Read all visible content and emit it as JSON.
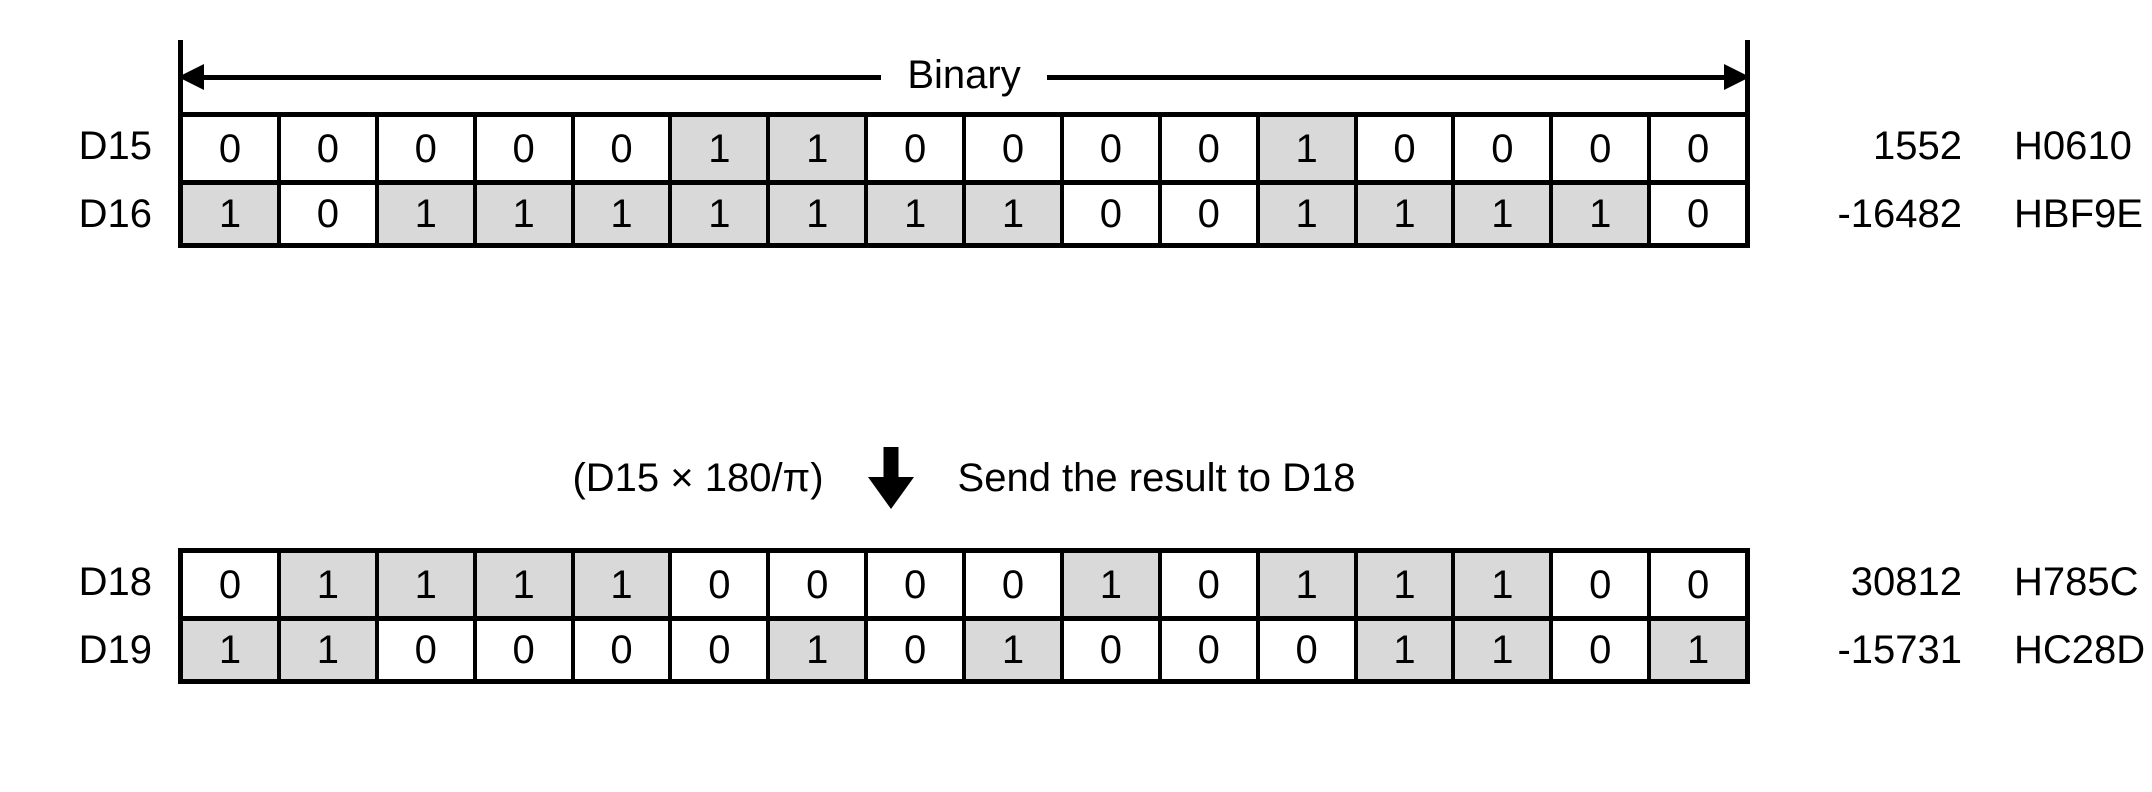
{
  "header": {
    "span_label": "Binary",
    "left_arrow_icon": "arrow-left-icon",
    "right_arrow_icon": "arrow-right-icon"
  },
  "operation": {
    "formula": "(D15 × 180/π)",
    "arrow_icon": "arrow-down-icon",
    "text": "Send the result to D18"
  },
  "colors": {
    "shaded_bit": "#d9d9d9",
    "line": "#000000",
    "background": "#ffffff"
  },
  "top_block": {
    "rows": [
      {
        "name": "D15",
        "bits": [
          "0",
          "0",
          "0",
          "0",
          "0",
          "1",
          "1",
          "0",
          "0",
          "0",
          "0",
          "1",
          "0",
          "0",
          "0",
          "0"
        ],
        "shaded": [
          false,
          false,
          false,
          false,
          false,
          true,
          true,
          false,
          false,
          false,
          false,
          true,
          false,
          false,
          false,
          false
        ],
        "decimal": "1552",
        "hex": "H0610"
      },
      {
        "name": "D16",
        "bits": [
          "1",
          "0",
          "1",
          "1",
          "1",
          "1",
          "1",
          "1",
          "1",
          "0",
          "0",
          "1",
          "1",
          "1",
          "1",
          "0"
        ],
        "shaded": [
          true,
          false,
          true,
          true,
          true,
          true,
          true,
          true,
          true,
          false,
          false,
          true,
          true,
          true,
          true,
          false
        ],
        "decimal": "-16482",
        "hex": "HBF9E"
      }
    ]
  },
  "bottom_block": {
    "rows": [
      {
        "name": "D18",
        "bits": [
          "0",
          "1",
          "1",
          "1",
          "1",
          "0",
          "0",
          "0",
          "0",
          "1",
          "0",
          "1",
          "1",
          "1",
          "0",
          "0"
        ],
        "shaded": [
          false,
          true,
          true,
          true,
          true,
          false,
          false,
          false,
          false,
          true,
          false,
          true,
          true,
          true,
          false,
          false
        ],
        "decimal": "30812",
        "hex": "H785C"
      },
      {
        "name": "D19",
        "bits": [
          "1",
          "1",
          "0",
          "0",
          "0",
          "0",
          "1",
          "0",
          "1",
          "0",
          "0",
          "0",
          "1",
          "1",
          "0",
          "1"
        ],
        "shaded": [
          true,
          true,
          false,
          false,
          false,
          false,
          true,
          false,
          true,
          false,
          false,
          false,
          true,
          true,
          false,
          true
        ],
        "decimal": "-15731",
        "hex": "HC28D"
      }
    ]
  }
}
